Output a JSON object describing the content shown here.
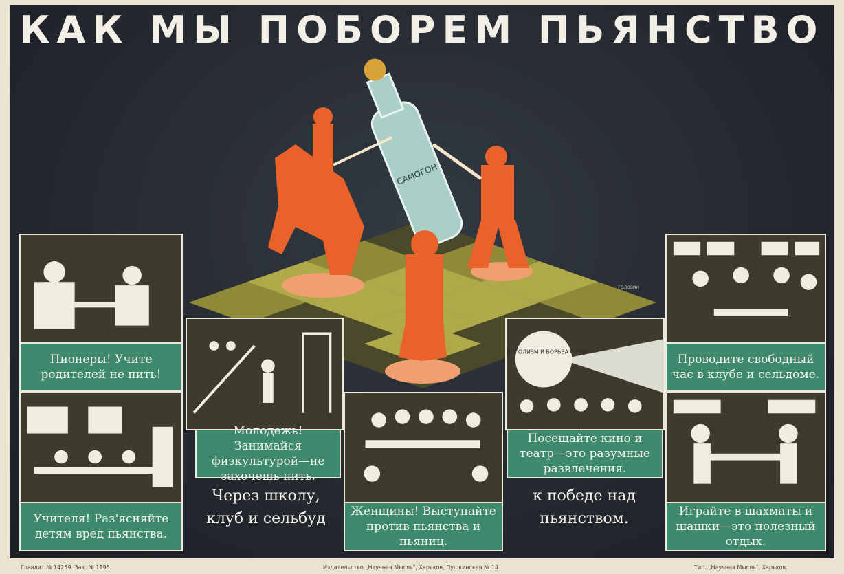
{
  "poster": {
    "title": "КАК МЫ ПОБОРЕМ ПЬЯНСТВО",
    "bottle_label": "САМОГОН",
    "artist_signature": "ГОЛОВИН",
    "screen_text": "АЛКОГОЛИЗМ И БОРЬБА С НИМ",
    "captions": {
      "pioneers": "Пионеры! Учите родителей не пить!",
      "teachers": "Учителя! Раз'ясняйте детям вред пьянства.",
      "youth": "Молодежь! Занимайся физкультурой—не захочешь пить.",
      "women": "Женщины! Выступайте против пьянства и пьяниц.",
      "cinema": "Посещайте кино и театр—это разумные развлечения.",
      "club": "Проводите свободный час в клубе и сельдоме.",
      "chess": "Играйте в шахматы и шашки—это полезный отдых."
    },
    "slogan_left": "Через школу, клуб и сельбуд",
    "slogan_right": "к победе над пьянством."
  },
  "footer": {
    "left": "Главлит № 14259. Зак. № 1195.",
    "center": "Издательство „Научная Мысль\", Харьков, Пушкинская № 14.",
    "right": "Тип. „Научная Мысль\", Харьков."
  },
  "colors": {
    "background": "#262a31",
    "caption_green": "#3e8a6e",
    "figure_orange": "#e8622a",
    "board_olive": "#a8a23c",
    "paper": "#e9e3cf"
  }
}
